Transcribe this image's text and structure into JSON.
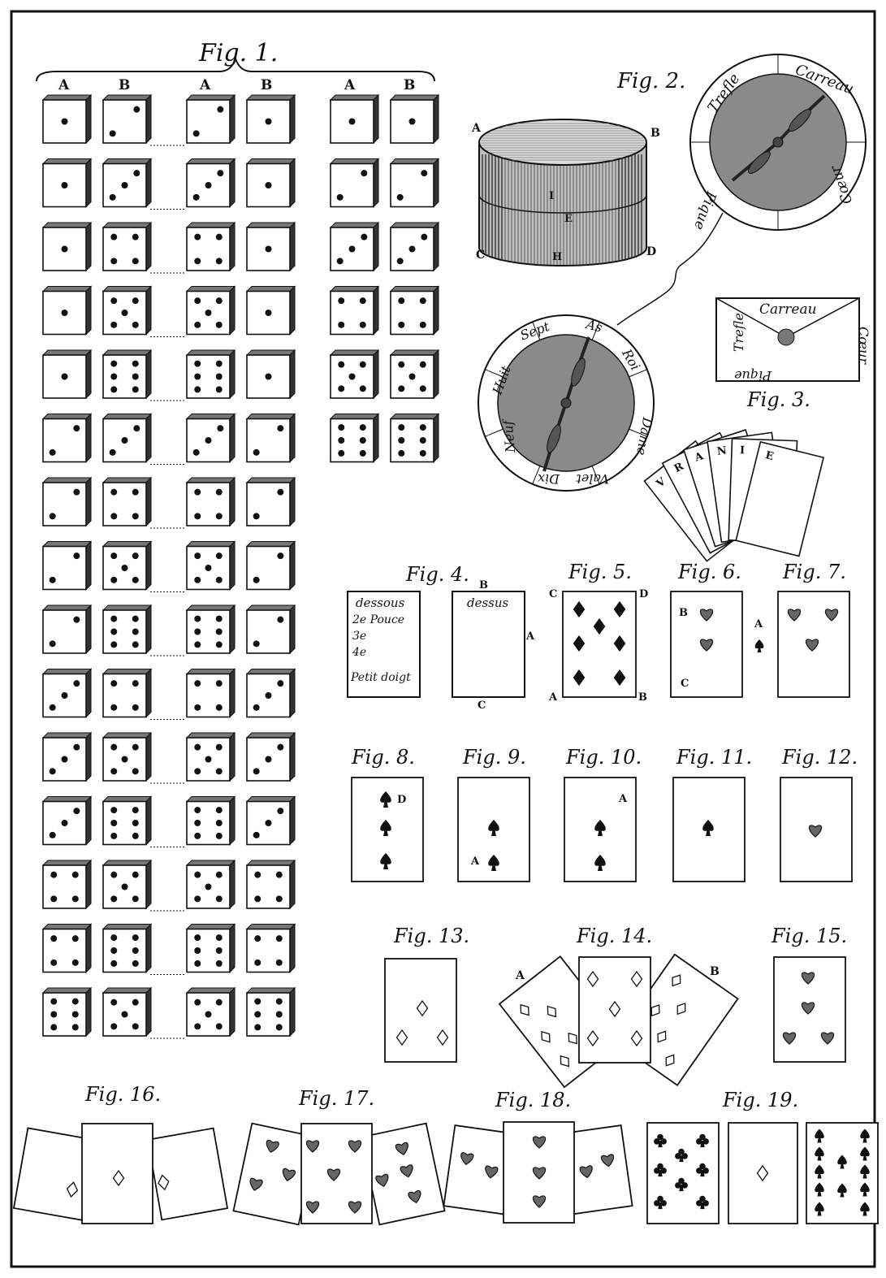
{
  "captions": {
    "fig1": "Fig. 1.",
    "fig2": "Fig. 2.",
    "fig3": "Fig. 3.",
    "fig4": "Fig. 4.",
    "fig5": "Fig. 5.",
    "fig6": "Fig. 6.",
    "fig7": "Fig. 7.",
    "fig8": "Fig. 8.",
    "fig9": "Fig. 9.",
    "fig10": "Fig. 10.",
    "fig11": "Fig. 11.",
    "fig12": "Fig. 12.",
    "fig13": "Fig. 13.",
    "fig14": "Fig. 14.",
    "fig15": "Fig. 15.",
    "fig16": "Fig. 16.",
    "fig17": "Fig. 17.",
    "fig18": "Fig. 18.",
    "fig19": "Fig. 19."
  },
  "fig1": {
    "column_labels": [
      "A",
      "B",
      "A",
      "B",
      "A",
      "B"
    ],
    "pairs_left": [
      [
        1,
        2
      ],
      [
        1,
        3
      ],
      [
        1,
        4
      ],
      [
        1,
        5
      ],
      [
        1,
        6
      ],
      [
        2,
        3
      ],
      [
        2,
        4
      ],
      [
        2,
        5
      ],
      [
        2,
        6
      ],
      [
        3,
        4
      ],
      [
        3,
        5
      ],
      [
        3,
        6
      ],
      [
        4,
        5
      ],
      [
        4,
        6
      ],
      [
        6,
        5
      ]
    ],
    "pairs_middle": [
      [
        2,
        1
      ],
      [
        3,
        1
      ],
      [
        4,
        1
      ],
      [
        5,
        1
      ],
      [
        6,
        1
      ],
      [
        3,
        2
      ],
      [
        4,
        2
      ],
      [
        5,
        2
      ],
      [
        6,
        2
      ],
      [
        4,
        3
      ],
      [
        5,
        3
      ],
      [
        6,
        3
      ],
      [
        5,
        4
      ],
      [
        6,
        4
      ],
      [
        5,
        6
      ]
    ],
    "pairs_right": [
      [
        1,
        1
      ],
      [
        2,
        2
      ],
      [
        3,
        3
      ],
      [
        4,
        4
      ],
      [
        5,
        5
      ],
      [
        6,
        6
      ]
    ]
  },
  "fig2": {
    "box_letters": [
      "A",
      "B",
      "C",
      "D",
      "I",
      "E",
      "H"
    ],
    "dial_top": [
      "Trefle",
      "Carreau",
      "Cœur",
      "Pique"
    ],
    "dial_bottom": [
      "Sept",
      "As",
      "Roi",
      "Dame",
      "Valet",
      "Dix",
      "Neuf",
      "Huit"
    ]
  },
  "fig3": {
    "words": [
      "Carreau",
      "Trefle",
      "Cœur",
      "Pique"
    ],
    "cards": [
      "V",
      "R",
      "A",
      "N",
      "I",
      "E"
    ]
  },
  "fig4": {
    "left_lines": [
      "dessous",
      "2e Pouce",
      "3e",
      "4e",
      "Petit doigt"
    ],
    "right_title": "dessus",
    "letters": [
      "B",
      "A",
      "C"
    ]
  },
  "fig5": {
    "letters": [
      "C",
      "D",
      "A",
      "B"
    ]
  },
  "fig6": {
    "letters": [
      "B",
      "A",
      "C"
    ]
  },
  "fig8": {
    "letters": [
      "D"
    ]
  },
  "fig9": {
    "letters": [
      "A"
    ]
  },
  "fig10": {
    "letters": [
      "A"
    ]
  },
  "fig14": {
    "letters": [
      "A",
      "B"
    ]
  },
  "colors": {
    "ink": "#111111",
    "shade": "#6a6a6a",
    "paper": "#ffffff"
  }
}
